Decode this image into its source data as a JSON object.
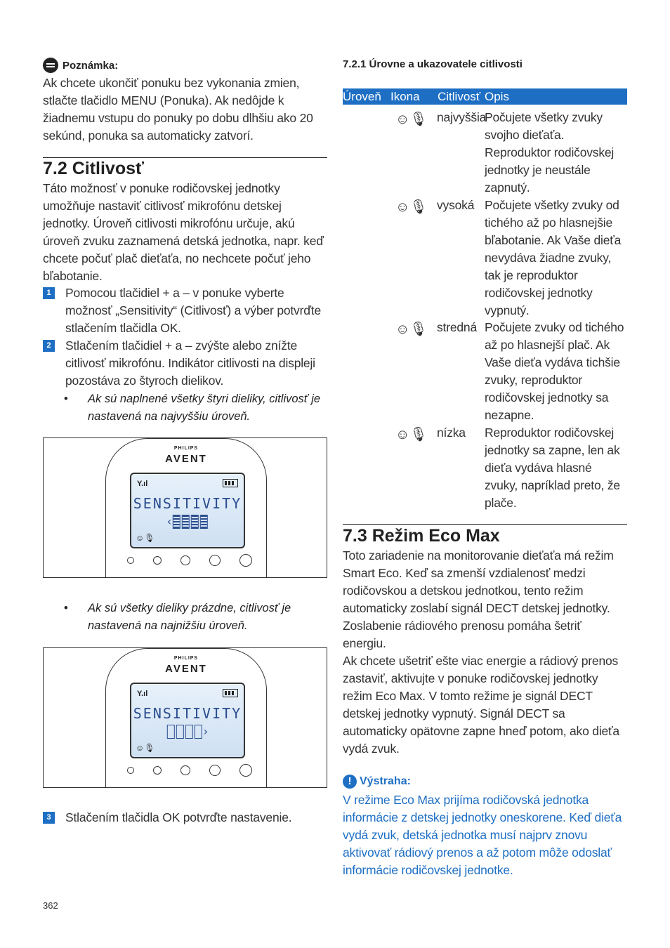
{
  "note": {
    "title": "Poznámka:",
    "text": "Ak chcete ukončiť ponuku bez vykonania zmien, stlačte tlačidlo MENU (Ponuka). Ak nedôjde k žiadnemu vstupu do ponuky po dobu dlhšiu ako 20 sekúnd, ponuka sa automaticky zatvorí."
  },
  "section72": {
    "title": "7.2  Citlivosť",
    "intro": "Táto možnosť v ponuke rodičovskej jednotky umožňuje nastaviť citlivosť mikrofónu detskej jednotky. Úroveň citlivosti mikrofónu určuje, akú úroveň zvuku zaznamená detská jednotka, napr. keď chcete počuť plač dieťaťa, no nechcete počuť jeho bľabotanie.",
    "steps": [
      {
        "num": "1",
        "text": "Pomocou tlačidiel + a – v ponuke vyberte možnosť „Sensitivity“ (Citlivosť) a výber potvrďte stlačením tlačidla OK."
      },
      {
        "num": "2",
        "text": "Stlačením tlačidiel + a – zvýšte alebo znížte citlivosť mikrofónu. Indikátor citlivosti na displeji pozostáva zo štyroch dielikov."
      },
      {
        "num": "3",
        "text": "Stlačením tlačidla OK potvrďte nastavenie."
      }
    ],
    "bullets": [
      "Ak sú naplnené všetky štyri dieliky, citlivosť je nastavená na najvyššiu úroveň.",
      "Ak sú všetky dieliky prázdne, citlivosť je nastavená na najnižšiu úroveň."
    ]
  },
  "device": {
    "brand_small": "PHILIPS",
    "brand_big": "AVENT",
    "lcd_text": "SENSITIVITY",
    "figure1_filled_bars": 4,
    "figure2_filled_bars": 0
  },
  "section721": {
    "title": "7.2.1  Úrovne a ukazovatele citlivosti",
    "headers": [
      "Úroveň",
      "Ikona",
      "Citlivosť",
      "Opis"
    ],
    "rows": [
      {
        "level": "najvyššia",
        "desc": "Počujete všetky zvuky svojho dieťaťa. Reproduktor rodičovskej jednotky je neustále zapnutý."
      },
      {
        "level": "vysoká",
        "desc": "Počujete všetky zvuky od tichého až po hlasnejšie bľabotanie. Ak Vaše dieťa nevydáva žiadne zvuky, tak je reproduktor rodičovskej jednotky vypnutý."
      },
      {
        "level": "stredná",
        "desc": "Počujete zvuky od tichého až po hlasnejší plač. Ak Vaše dieťa vydáva tichšie zvuky, reproduktor rodičovskej jednotky sa nezapne."
      },
      {
        "level": "nízka",
        "desc": "Reproduktor rodičovskej jednotky sa zapne, len ak dieťa vydáva hlasné zvuky, napríklad preto, že plače."
      }
    ]
  },
  "section73": {
    "title": "7.3  Režim Eco Max",
    "p1": "Toto zariadenie na monitorovanie dieťaťa má režim Smart Eco. Keď sa zmenší vzdialenosť medzi rodičovskou a detskou jednotkou, tento režim automaticky zoslabí signál DECT detskej jednotky. Zoslabenie rádiového prenosu pomáha šetriť energiu.",
    "p2": "Ak chcete ušetriť ešte viac energie a rádiový prenos zastaviť, aktivujte v ponuke rodičovskej jednotky režim Eco Max. V tomto režime je signál DECT detskej jednotky vypnutý. Signál DECT sa automaticky opätovne zapne hneď potom, ako dieťa vydá zvuk."
  },
  "warning": {
    "title": "Výstraha:",
    "text": "V režime Eco Max prijíma rodičovská jednotka informácie z detskej jednotky oneskorene. Keď dieťa vydá zvuk, detská jednotka musí najprv znovu aktivovať rádiový prenos a až potom môže odoslať informácie rodičovskej jednotke."
  },
  "page_number": "362"
}
